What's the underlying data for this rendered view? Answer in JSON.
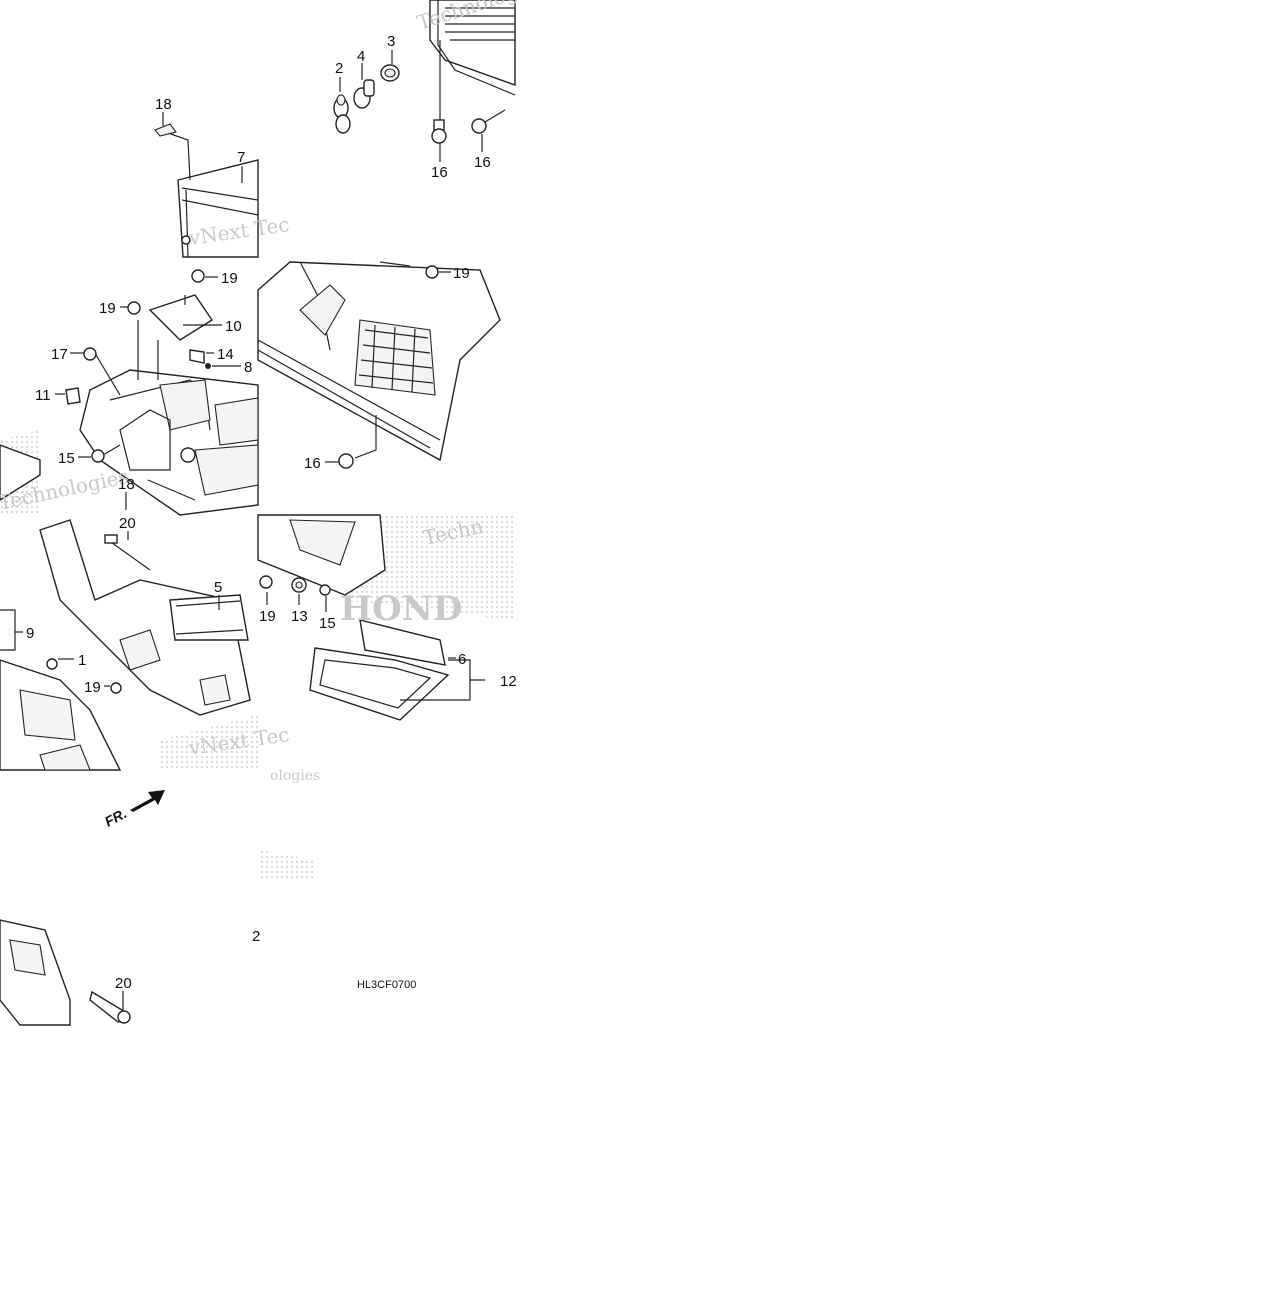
{
  "diagram": {
    "code": "HL3CF0700",
    "front_marker": "FR.",
    "watermark_texts": [
      "Technologies",
      "vNext Tec",
      "vNext Tec",
      "Technologies",
      "HOND",
      "Techn",
      "ologies"
    ],
    "callouts": {
      "c2": "2",
      "c4": "4",
      "c3": "3",
      "c16a": "16",
      "c16b": "16",
      "c18a": "18",
      "c7": "7",
      "c19a": "19",
      "c19b": "19",
      "c10": "10",
      "c17": "17",
      "c14": "14",
      "c8": "8",
      "c11": "11",
      "c15a": "15",
      "c18b": "18",
      "c19c": "19",
      "c16c": "16",
      "c20a": "20",
      "c5": "5",
      "c9": "9",
      "c1": "1",
      "c19d": "19",
      "c19e": "19",
      "c13": "13",
      "c15b": "15",
      "c6": "6",
      "c12": "12",
      "c12b": "2",
      "c20b": "20"
    }
  }
}
